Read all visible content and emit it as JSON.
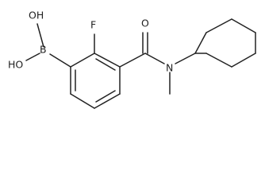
{
  "atoms": {
    "boronic_oh_top": "OH",
    "boronic_oh_bottom": "HO",
    "boron": "B",
    "fluorine": "F",
    "carbonyl_oxygen": "O",
    "amide_nitrogen": "N"
  },
  "colors": {
    "bond": "#222222",
    "label": "#222222",
    "background": "#ffffff"
  }
}
